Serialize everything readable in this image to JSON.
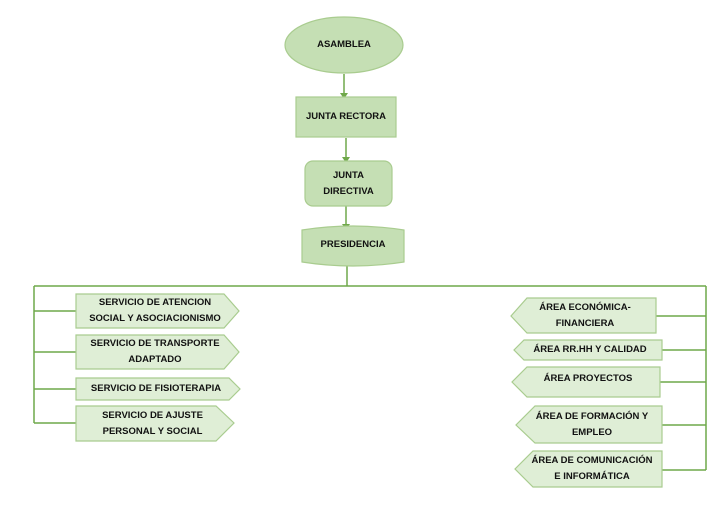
{
  "colors": {
    "fill": "#c5dfb4",
    "fill_light": "#dfeed6",
    "border": "#a9cc8f",
    "line": "#6fa84a"
  },
  "nodes": {
    "asamblea": "ASAMBLEA",
    "junta_rectora": "JUNTA RECTORA",
    "junta_directiva_l1": "JUNTA",
    "junta_directiva_l2": "DIRECTIVA",
    "presidencia": "PRESIDENCIA"
  },
  "left_services": [
    {
      "line1": "SERVICIO DE ATENCION",
      "line2": "SOCIAL Y ASOCIACIONISMO"
    },
    {
      "line1": "SERVICIO DE TRANSPORTE",
      "line2": "ADAPTADO"
    },
    {
      "line1": "SERVICIO DE FISIOTERAPIA",
      "line2": ""
    },
    {
      "line1": "SERVICIO DE AJUSTE",
      "line2": "PERSONAL Y SOCIAL"
    }
  ],
  "right_areas": [
    {
      "line1": "ÁREA ECONÓMICA-",
      "line2": "FINANCIERA"
    },
    {
      "line1": "ÁREA RR.HH Y CALIDAD",
      "line2": ""
    },
    {
      "line1": "ÁREA PROYECTOS",
      "line2": ""
    },
    {
      "line1": "ÁREA DE FORMACIÓN Y",
      "line2": "EMPLEO"
    },
    {
      "line1": "ÁREA DE COMUNICACIÓN",
      "line2": "E INFORMÁTICA"
    }
  ]
}
